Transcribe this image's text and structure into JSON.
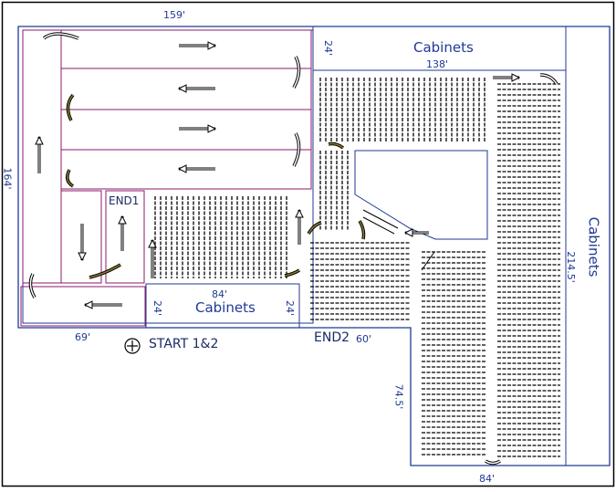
{
  "labels": {
    "top_width": "159'",
    "left_height": "164'",
    "bottom_left": "69'",
    "start": "START 1&2",
    "end1": "END1",
    "end2": "END2",
    "end2_dim": "60'",
    "cabinets_top": "Cabinets",
    "cabinets_top_dim_left": "24'",
    "cabinets_top_width": "138'",
    "cabinets_bottom": "Cabinets",
    "cabinets_bottom_width": "84'",
    "cabinets_bottom_left": "24'",
    "cabinets_bottom_right": "24'",
    "cabinets_right": "Cabinets",
    "right_dim": "214.5'",
    "center_dim": "74.5'",
    "bottom_right_dim": "84'"
  },
  "colors": {
    "wall": "#1f3a93",
    "aisle": "#8b1a6b",
    "rack": "#000000",
    "arrow_turn": "#8a7a2a"
  }
}
